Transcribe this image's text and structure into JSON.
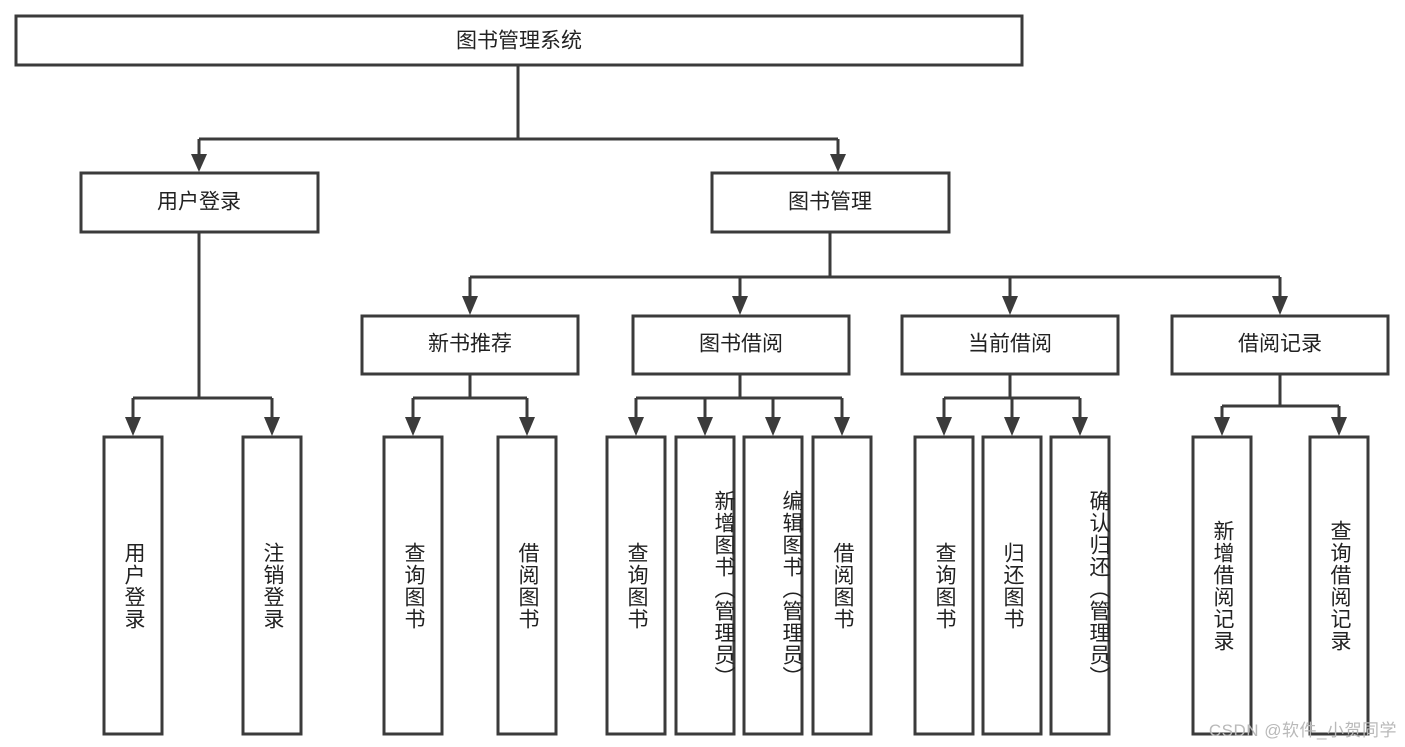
{
  "diagram": {
    "type": "tree",
    "title": "图书管理系统",
    "orientation": "top-down",
    "colors": {
      "box_fill": "#ffffff",
      "box_stroke": "#3b3b3b",
      "text": "#222222",
      "watermark": "#b9b9b9",
      "background": "#ffffff"
    }
  },
  "root": {
    "label": "图书管理系统"
  },
  "level1": [
    {
      "label": "用户登录"
    },
    {
      "label": "图书管理"
    }
  ],
  "level2": [
    {
      "label": "新书推荐"
    },
    {
      "label": "图书借阅"
    },
    {
      "label": "当前借阅"
    },
    {
      "label": "借阅记录"
    }
  ],
  "leaves": {
    "user_login": [
      {
        "label": "用户登录"
      },
      {
        "label": "注销登录"
      }
    ],
    "new_book_recommend": [
      {
        "label": "查询图书"
      },
      {
        "label": "借阅图书"
      }
    ],
    "book_borrow": [
      {
        "label": "查询图书"
      },
      {
        "label": "新增图书（管理员）"
      },
      {
        "label": "编辑图书（管理员）"
      },
      {
        "label": "借阅图书"
      }
    ],
    "current_borrow": [
      {
        "label": "查询图书"
      },
      {
        "label": "归还图书"
      },
      {
        "label": "确认归还（管理员）"
      }
    ],
    "borrow_record": [
      {
        "label": "新增借阅记录"
      },
      {
        "label": "查询借阅记录"
      }
    ]
  },
  "watermark": {
    "text": "CSDN @软件_小贺同学"
  }
}
